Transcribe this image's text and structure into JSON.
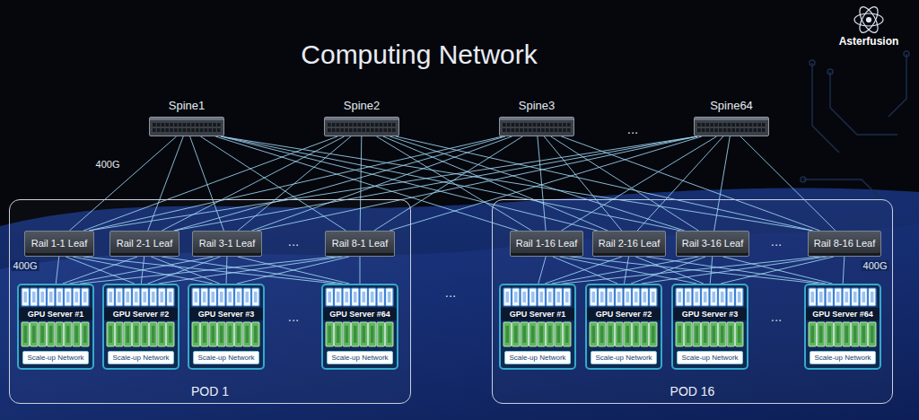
{
  "diagram": {
    "title": "Computing Network",
    "nodes": [
      {
        "text": [
          "Spine1"
        ]
      },
      {
        "text": [
          "Spine2"
        ]
      },
      {
        "text": [
          "Spine3"
        ]
      },
      {
        "text": [
          "Spine64"
        ]
      },
      {
        "text": [
          "POD 1"
        ]
      },
      {
        "text": [
          "Rail 1-1 Leaf"
        ],
        "in": 4
      },
      {
        "text": [
          "Rail 2-1 Leaf"
        ],
        "in": 4
      },
      {
        "text": [
          "Rail 3-1 Leaf"
        ],
        "in": 4
      },
      {
        "text": [
          "Rail 8-1 Leaf"
        ],
        "in": 4
      },
      {
        "text": [
          "GPU Server #1"
        ],
        "in": 4
      },
      {
        "text": [
          "Scale-up Network"
        ],
        "in": 9
      },
      {
        "text": [
          "GPU Server #2"
        ],
        "in": 4
      },
      {
        "text": [
          "Scale-up Network"
        ],
        "in": 11
      },
      {
        "text": [
          "GPU Server #3"
        ],
        "in": 4
      },
      {
        "text": [
          "Scale-up Network"
        ],
        "in": 13
      },
      {
        "text": [
          "GPU Server #64"
        ],
        "in": 4
      },
      {
        "text": [
          "Scale-up Network"
        ],
        "in": 15
      },
      {
        "text": [
          "POD 16"
        ]
      },
      {
        "text": [
          "Rail 1-16 Leaf"
        ],
        "in": 17
      },
      {
        "text": [
          "Rail 2-16 Leaf"
        ],
        "in": 17
      },
      {
        "text": [
          "Rail 3-16 Leaf"
        ],
        "in": 17
      },
      {
        "text": [
          "Rail 8-16 Leaf"
        ],
        "in": 17
      },
      {
        "text": [
          "GPU Server #1"
        ],
        "in": 17
      },
      {
        "text": [
          "Scale-up Network"
        ],
        "in": 22
      },
      {
        "text": [
          "GPU Server #2"
        ],
        "in": 17
      },
      {
        "text": [
          "Scale-up Network"
        ],
        "in": 24
      },
      {
        "text": [
          "GPU Server #3"
        ],
        "in": 17
      },
      {
        "text": [
          "Scale-up Network"
        ],
        "in": 26
      },
      {
        "text": [
          "GPU Server #64"
        ],
        "in": 17
      },
      {
        "text": [
          "Scale-up Network"
        ],
        "in": 28
      }
    ],
    "edges": [
      {
        "from": 0,
        "to": 5,
        "arrow": "none"
      },
      {
        "from": 0,
        "to": 6,
        "arrow": "none"
      },
      {
        "from": 0,
        "to": 7,
        "arrow": "none"
      },
      {
        "from": 0,
        "to": 8,
        "arrow": "none"
      },
      {
        "from": 0,
        "to": 18,
        "arrow": "none"
      },
      {
        "from": 0,
        "to": 19,
        "arrow": "none"
      },
      {
        "from": 0,
        "to": 20,
        "arrow": "none"
      },
      {
        "from": 0,
        "to": 21,
        "arrow": "none"
      },
      {
        "from": 1,
        "to": 5,
        "arrow": "none"
      },
      {
        "from": 1,
        "to": 6,
        "arrow": "none"
      },
      {
        "from": 1,
        "to": 7,
        "arrow": "none"
      },
      {
        "from": 1,
        "to": 8,
        "arrow": "none"
      },
      {
        "from": 1,
        "to": 18,
        "arrow": "none"
      },
      {
        "from": 1,
        "to": 19,
        "arrow": "none"
      },
      {
        "from": 1,
        "to": 20,
        "arrow": "none"
      },
      {
        "from": 1,
        "to": 21,
        "arrow": "none"
      },
      {
        "from": 2,
        "to": 5,
        "arrow": "none"
      },
      {
        "from": 2,
        "to": 6,
        "arrow": "none"
      },
      {
        "from": 2,
        "to": 7,
        "arrow": "none"
      },
      {
        "from": 2,
        "to": 8,
        "arrow": "none"
      },
      {
        "from": 2,
        "to": 18,
        "arrow": "none"
      },
      {
        "from": 2,
        "to": 19,
        "arrow": "none"
      },
      {
        "from": 2,
        "to": 20,
        "arrow": "none"
      },
      {
        "from": 2,
        "to": 21,
        "arrow": "none"
      },
      {
        "from": 3,
        "to": 5,
        "arrow": "none"
      },
      {
        "from": 3,
        "to": 6,
        "arrow": "none"
      },
      {
        "from": 3,
        "to": 7,
        "arrow": "none"
      },
      {
        "from": 3,
        "to": 8,
        "arrow": "none"
      },
      {
        "from": 3,
        "to": 18,
        "arrow": "none"
      },
      {
        "from": 3,
        "to": 19,
        "arrow": "none"
      },
      {
        "from": 3,
        "to": 20,
        "arrow": "none"
      },
      {
        "from": 3,
        "to": 21,
        "arrow": "none"
      },
      {
        "from": 5,
        "to": 9,
        "arrow": "none"
      },
      {
        "from": 5,
        "to": 11,
        "arrow": "none"
      },
      {
        "from": 5,
        "to": 13,
        "arrow": "none"
      },
      {
        "from": 5,
        "to": 15,
        "arrow": "none"
      },
      {
        "from": 6,
        "to": 9,
        "arrow": "none"
      },
      {
        "from": 6,
        "to": 11,
        "arrow": "none"
      },
      {
        "from": 6,
        "to": 13,
        "arrow": "none"
      },
      {
        "from": 6,
        "to": 15,
        "arrow": "none"
      },
      {
        "from": 7,
        "to": 9,
        "arrow": "none"
      },
      {
        "from": 7,
        "to": 11,
        "arrow": "none"
      },
      {
        "from": 7,
        "to": 13,
        "arrow": "none"
      },
      {
        "from": 7,
        "to": 15,
        "arrow": "none"
      },
      {
        "from": 8,
        "to": 9,
        "arrow": "none"
      },
      {
        "from": 8,
        "to": 11,
        "arrow": "none"
      },
      {
        "from": 8,
        "to": 13,
        "arrow": "none"
      },
      {
        "from": 8,
        "to": 15,
        "arrow": "none"
      },
      {
        "from": 18,
        "to": 22,
        "arrow": "none"
      },
      {
        "from": 18,
        "to": 24,
        "arrow": "none"
      },
      {
        "from": 18,
        "to": 26,
        "arrow": "none"
      },
      {
        "from": 18,
        "to": 28,
        "arrow": "none"
      },
      {
        "from": 19,
        "to": 22,
        "arrow": "none"
      },
      {
        "from": 19,
        "to": 24,
        "arrow": "none"
      },
      {
        "from": 19,
        "to": 26,
        "arrow": "none"
      },
      {
        "from": 19,
        "to": 28,
        "arrow": "none"
      },
      {
        "from": 20,
        "to": 22,
        "arrow": "none"
      },
      {
        "from": 20,
        "to": 24,
        "arrow": "none"
      },
      {
        "from": 20,
        "to": 26,
        "arrow": "none"
      },
      {
        "from": 20,
        "to": 28,
        "arrow": "none"
      },
      {
        "from": 21,
        "to": 22,
        "arrow": "none"
      },
      {
        "from": 21,
        "to": 24,
        "arrow": "none"
      },
      {
        "from": 21,
        "to": 26,
        "arrow": "none"
      },
      {
        "from": 21,
        "to": 28,
        "arrow": "none"
      }
    ],
    "labels": [
      "Asterfusion",
      "...",
      "400G",
      "...",
      "...",
      "400G",
      "400G",
      "...",
      "...",
      "..."
    ]
  }
}
